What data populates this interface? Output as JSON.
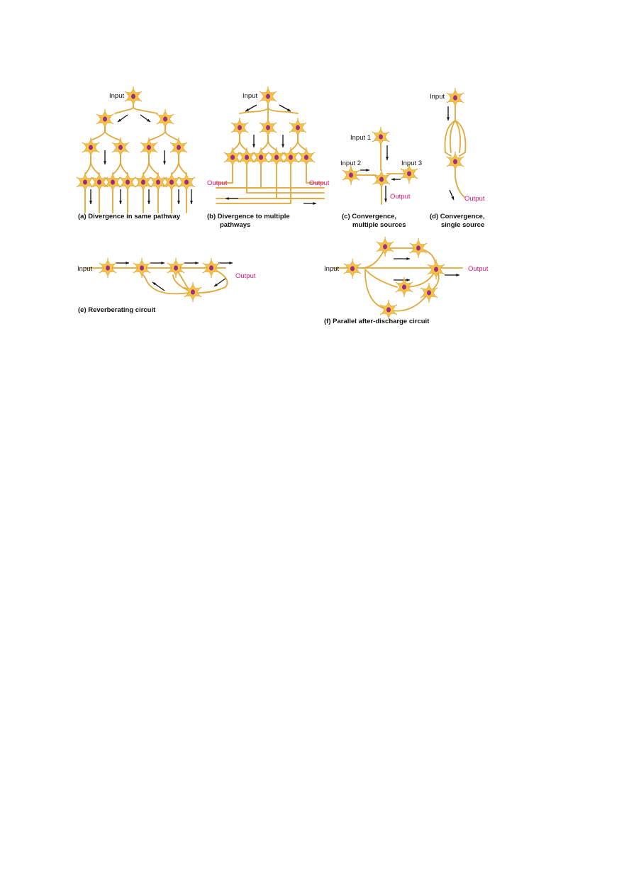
{
  "panel_a": {
    "input": "Input",
    "caption": "(a) Divergence in same pathway"
  },
  "panel_b": {
    "input": "Input",
    "output_left": "Output",
    "output_right": "Output",
    "caption_1": "(b) Divergence to multiple",
    "caption_2": "pathways"
  },
  "panel_c": {
    "input_1": "Input 1",
    "input_2": "Input 2",
    "input_3": "Input 3",
    "output": "Output",
    "caption_1": "(c) Convergence,",
    "caption_2": "multiple sources"
  },
  "panel_d": {
    "input": "Input",
    "output": "Output",
    "caption_1": "(d) Convergence,",
    "caption_2": "single source"
  },
  "panel_e": {
    "input": "Input",
    "output": "Output",
    "caption": "(e) Reverberating circuit"
  },
  "panel_f": {
    "input": "Input",
    "output": "Output",
    "caption": "(f) Parallel after-discharge circuit"
  },
  "colors": {
    "neuron": "#f6c244",
    "axon": "#e2a838",
    "nucleus": "#9b2d86",
    "output": "#e0157a"
  }
}
